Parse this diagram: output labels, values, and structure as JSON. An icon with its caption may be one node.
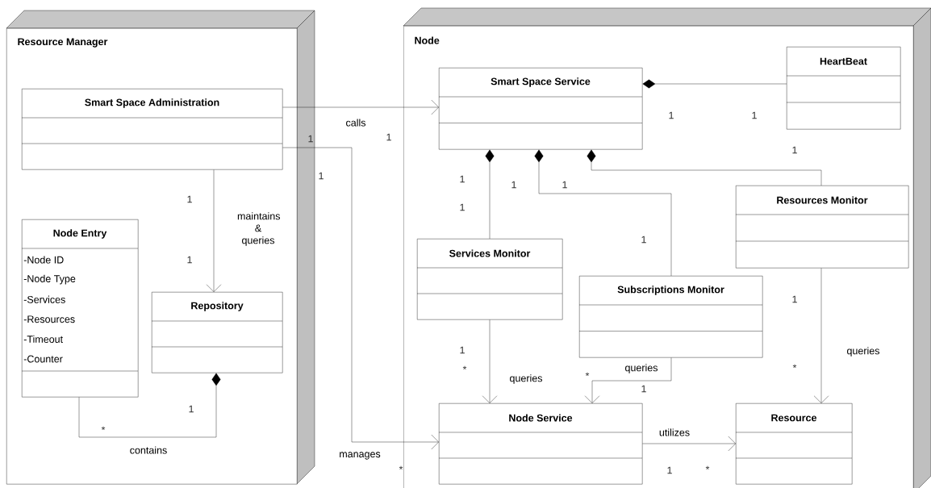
{
  "diagram": {
    "nodes": [
      {
        "text": [
          "Resource Manager"
        ]
      },
      {
        "text": [
          "Smart Space Administration"
        ],
        "in": 0
      },
      {
        "text": [
          "Node Entry",
          "-Node ID",
          "-Node Type",
          "-Services",
          "-Resources",
          "-Timeout",
          "-Counter"
        ],
        "in": 0
      },
      {
        "text": [
          "Repository"
        ],
        "in": 0
      },
      {
        "text": [
          "Node"
        ]
      },
      {
        "text": [
          "Smart Space Service"
        ],
        "in": 4
      },
      {
        "text": [
          "HeartBeat"
        ],
        "in": 4
      },
      {
        "text": [
          "Resources Monitor"
        ],
        "in": 4
      },
      {
        "text": [
          "Services Monitor"
        ],
        "in": 4
      },
      {
        "text": [
          "Subscriptions Monitor"
        ],
        "in": 4
      },
      {
        "text": [
          "Node Service"
        ],
        "in": 4
      },
      {
        "text": [
          "Resource"
        ],
        "in": 4
      }
    ],
    "edges": [
      {
        "from": 1,
        "to": 5,
        "arrow": "to",
        "label": "calls"
      },
      {
        "from": 1,
        "to": 10,
        "arrow": "to",
        "label": "manages"
      },
      {
        "from": 1,
        "to": 3,
        "arrow": "to",
        "label": "maintains & queries"
      },
      {
        "from": 2,
        "to": 3,
        "arrow": "other",
        "label": "contains"
      },
      {
        "from": 6,
        "to": 5,
        "arrow": "other"
      },
      {
        "from": 8,
        "to": 5,
        "arrow": "other"
      },
      {
        "from": 9,
        "to": 5,
        "arrow": "other"
      },
      {
        "from": 7,
        "to": 5,
        "arrow": "other"
      },
      {
        "from": 8,
        "to": 10,
        "arrow": "to",
        "label": "queries"
      },
      {
        "from": 9,
        "to": 10,
        "arrow": "to",
        "label": "queries"
      },
      {
        "from": 7,
        "to": 11,
        "arrow": "to",
        "label": "queries"
      },
      {
        "from": 10,
        "to": 11,
        "arrow": "to",
        "label": "utilizes"
      }
    ],
    "labels": [
      "1",
      "1",
      "1",
      "1",
      "1",
      "1",
      "1",
      "1",
      "1",
      "1",
      "1",
      "1",
      "1",
      "1",
      "1",
      "1",
      "*",
      "*",
      "1",
      "1",
      "*",
      "*",
      "*",
      "*"
    ]
  }
}
